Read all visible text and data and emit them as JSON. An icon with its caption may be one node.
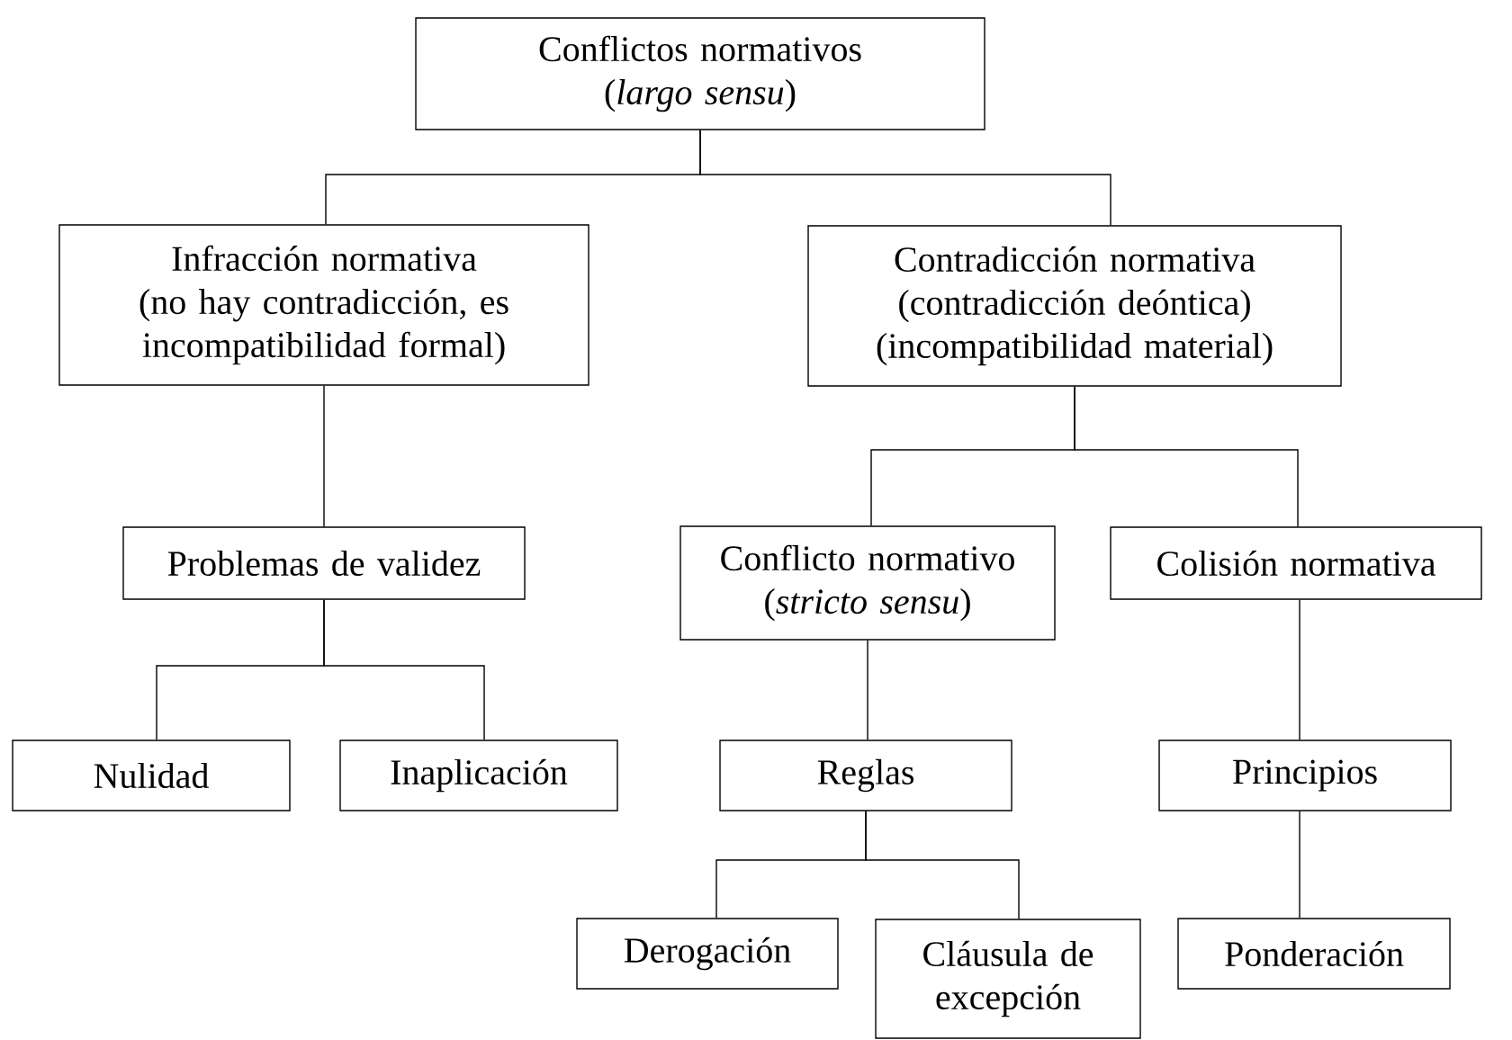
{
  "diagram": {
    "nodes": [
      {
        "text": [
          "Conflictos normativos",
          "(*largo sensu*)"
        ]
      },
      {
        "text": [
          "Infracción normativa",
          "(no hay contradicción, es incompatibilidad formal)"
        ]
      },
      {
        "text": [
          "Contradicción normativa",
          "(contradicción deóntica)",
          "(incompatibilidad material)"
        ]
      },
      {
        "text": [
          "Problemas de validez"
        ]
      },
      {
        "text": [
          "Conflicto normativo",
          "(*stricto sensu*)"
        ]
      },
      {
        "text": [
          "Colisión normativa"
        ]
      },
      {
        "text": [
          "Nulidad"
        ]
      },
      {
        "text": [
          "Inaplicación"
        ]
      },
      {
        "text": [
          "Reglas"
        ]
      },
      {
        "text": [
          "Principios"
        ]
      },
      {
        "text": [
          "Derogación"
        ]
      },
      {
        "text": [
          "Cláusula de excepción"
        ]
      },
      {
        "text": [
          "Ponderación"
        ]
      }
    ],
    "edges": [
      {
        "from": 0,
        "to": 1,
        "arrow": "none"
      },
      {
        "from": 0,
        "to": 2,
        "arrow": "none"
      },
      {
        "from": 1,
        "to": 3,
        "arrow": "none"
      },
      {
        "from": 2,
        "to": 4,
        "arrow": "none"
      },
      {
        "from": 2,
        "to": 5,
        "arrow": "none"
      },
      {
        "from": 3,
        "to": 6,
        "arrow": "none"
      },
      {
        "from": 3,
        "to": 7,
        "arrow": "none"
      },
      {
        "from": 4,
        "to": 8,
        "arrow": "none"
      },
      {
        "from": 5,
        "to": 9,
        "arrow": "none"
      },
      {
        "from": 8,
        "to": 10,
        "arrow": "none"
      },
      {
        "from": 8,
        "to": 11,
        "arrow": "none"
      },
      {
        "from": 9,
        "to": 12,
        "arrow": "none"
      }
    ]
  }
}
